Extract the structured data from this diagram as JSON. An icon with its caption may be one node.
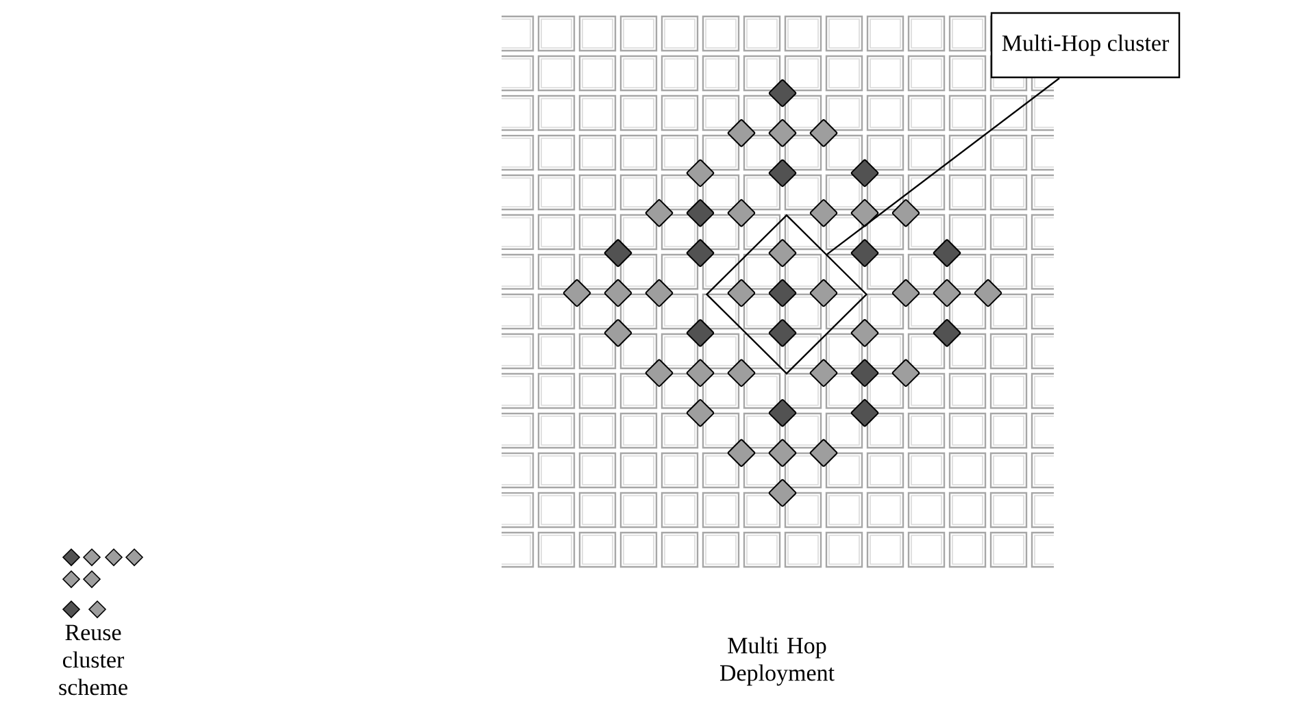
{
  "diagram": {
    "nodes": [
      {
        "text": [
          "Multi-Hop cluster"
        ]
      },
      {
        "text": [],
        "shape": "diamond"
      }
    ],
    "edges": [
      {
        "from": 0,
        "to": 1,
        "arrow": "none"
      }
    ],
    "labels": [
      "Reuse cluster scheme",
      "Multi Hop Deployment"
    ]
  }
}
